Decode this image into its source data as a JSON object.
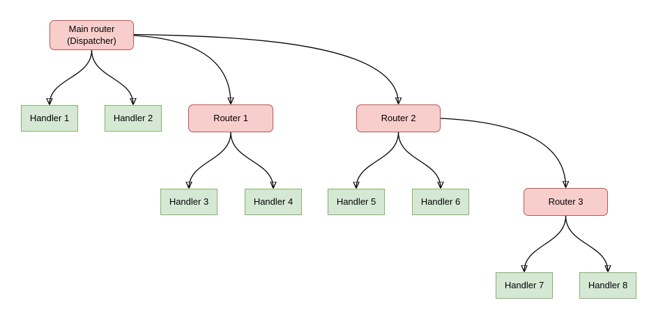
{
  "diagram": {
    "colors": {
      "router_fill": "#f8cecc",
      "router_border": "#b85450",
      "handler_fill": "#d5e8d4",
      "handler_border": "#82b366",
      "edge": "#000000",
      "background": "#ffffff"
    },
    "nodes": [
      {
        "id": "main-router",
        "label": "Main router\n(Dispatcher)",
        "type": "router"
      },
      {
        "id": "handler-1",
        "label": "Handler 1",
        "type": "handler"
      },
      {
        "id": "handler-2",
        "label": "Handler 2",
        "type": "handler"
      },
      {
        "id": "router-1",
        "label": "Router 1",
        "type": "router"
      },
      {
        "id": "router-2",
        "label": "Router 2",
        "type": "router"
      },
      {
        "id": "handler-3",
        "label": "Handler 3",
        "type": "handler"
      },
      {
        "id": "handler-4",
        "label": "Handler 4",
        "type": "handler"
      },
      {
        "id": "handler-5",
        "label": "Handler 5",
        "type": "handler"
      },
      {
        "id": "handler-6",
        "label": "Handler 6",
        "type": "handler"
      },
      {
        "id": "router-3",
        "label": "Router 3",
        "type": "router"
      },
      {
        "id": "handler-7",
        "label": "Handler 7",
        "type": "handler"
      },
      {
        "id": "handler-8",
        "label": "Handler 8",
        "type": "handler"
      }
    ],
    "edges": [
      {
        "from": "main-router",
        "to": "handler-1"
      },
      {
        "from": "main-router",
        "to": "handler-2"
      },
      {
        "from": "main-router",
        "to": "router-1"
      },
      {
        "from": "main-router",
        "to": "router-2"
      },
      {
        "from": "router-1",
        "to": "handler-3"
      },
      {
        "from": "router-1",
        "to": "handler-4"
      },
      {
        "from": "router-2",
        "to": "handler-5"
      },
      {
        "from": "router-2",
        "to": "handler-6"
      },
      {
        "from": "router-2",
        "to": "router-3"
      },
      {
        "from": "router-3",
        "to": "handler-7"
      },
      {
        "from": "router-3",
        "to": "handler-8"
      }
    ]
  }
}
